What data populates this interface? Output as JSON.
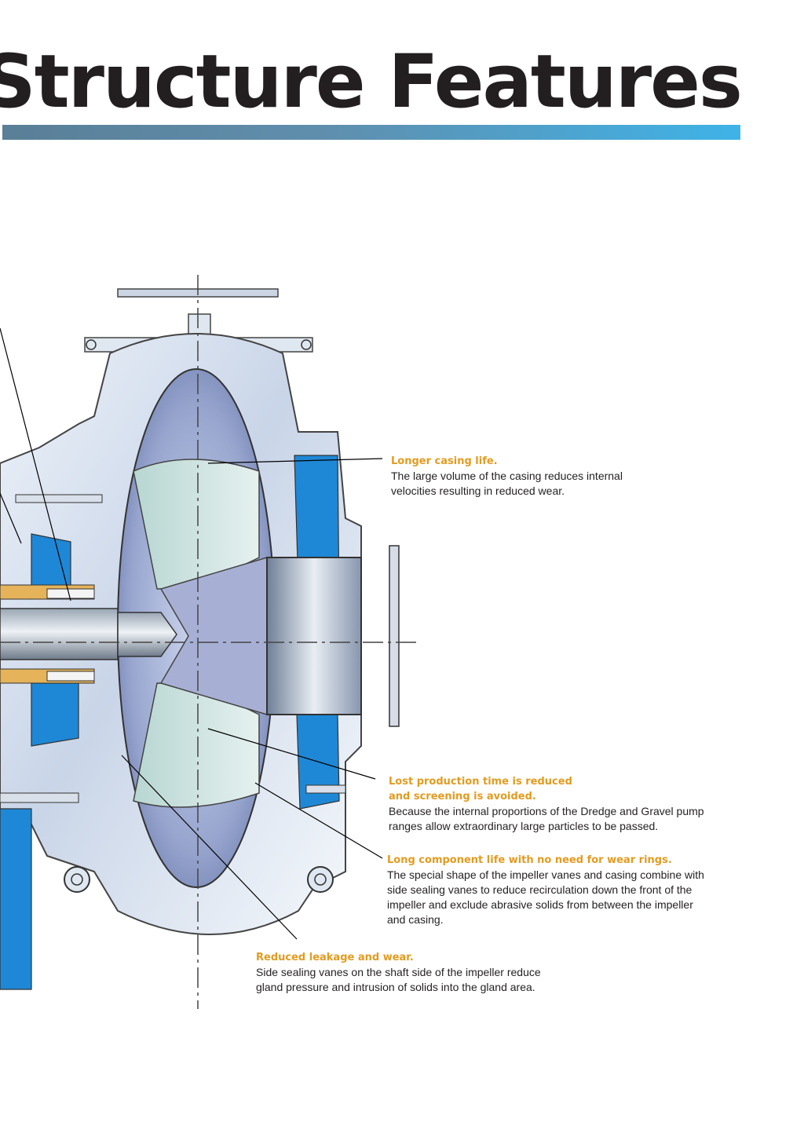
{
  "page": {
    "title": "Structure Features",
    "accent_colors": {
      "heading_orange": "#e59a1f",
      "bar_start": "#5a7f97",
      "bar_end": "#3fb3e8",
      "liner_blue": "#1e88d6"
    }
  },
  "callouts": [
    {
      "id": "casing",
      "heading": "Longer casing life.",
      "body": "The large volume of the casing reduces internal velocities resulting in reduced wear."
    },
    {
      "id": "production",
      "heading": "Lost production time is reduced\nand screening is avoided.",
      "body": "Because the internal proportions of the Dredge and Gravel pump ranges allow extraordinary large particles to be passed."
    },
    {
      "id": "component",
      "heading": "Long component life with no need for wear rings.",
      "body": "The special shape of the impeller vanes and casing combine with side sealing vanes to reduce recirculation down the front of the impeller and exclude abrasive solids from between the impeller and casing."
    },
    {
      "id": "leakage",
      "heading": "Reduced leakage and wear.",
      "body": "Side sealing vanes on the shaft side of the impeller reduce gland pressure and intrusion of solids into the gland area."
    }
  ]
}
